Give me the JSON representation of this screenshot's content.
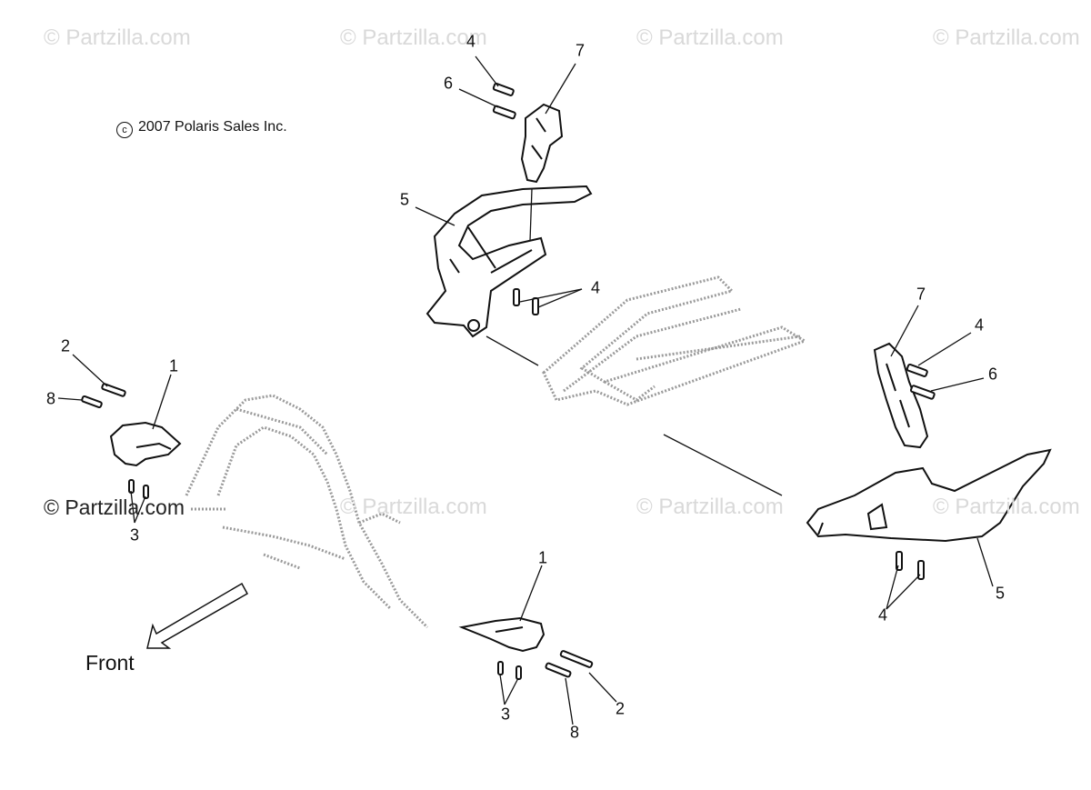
{
  "copyright": {
    "symbol": "c",
    "text": "2007 Polaris Sales Inc."
  },
  "watermarks": {
    "faint": "© Partzilla.com",
    "dark": "© Partzilla.com"
  },
  "direction_label": "Front",
  "callouts": {
    "c1a": "1",
    "c1b": "1",
    "c2a": "2",
    "c2b": "2",
    "c3a": "3",
    "c3b": "3",
    "c4a": "4",
    "c4b": "4",
    "c4c": "4",
    "c4d": "4",
    "c5a": "5",
    "c5b": "5",
    "c6a": "6",
    "c6b": "6",
    "c7a": "7",
    "c7b": "7",
    "c8a": "8",
    "c8b": "8"
  },
  "colors": {
    "line": "#111111",
    "frame": "#9a9a9a",
    "watermark": "#d9d9d9"
  }
}
